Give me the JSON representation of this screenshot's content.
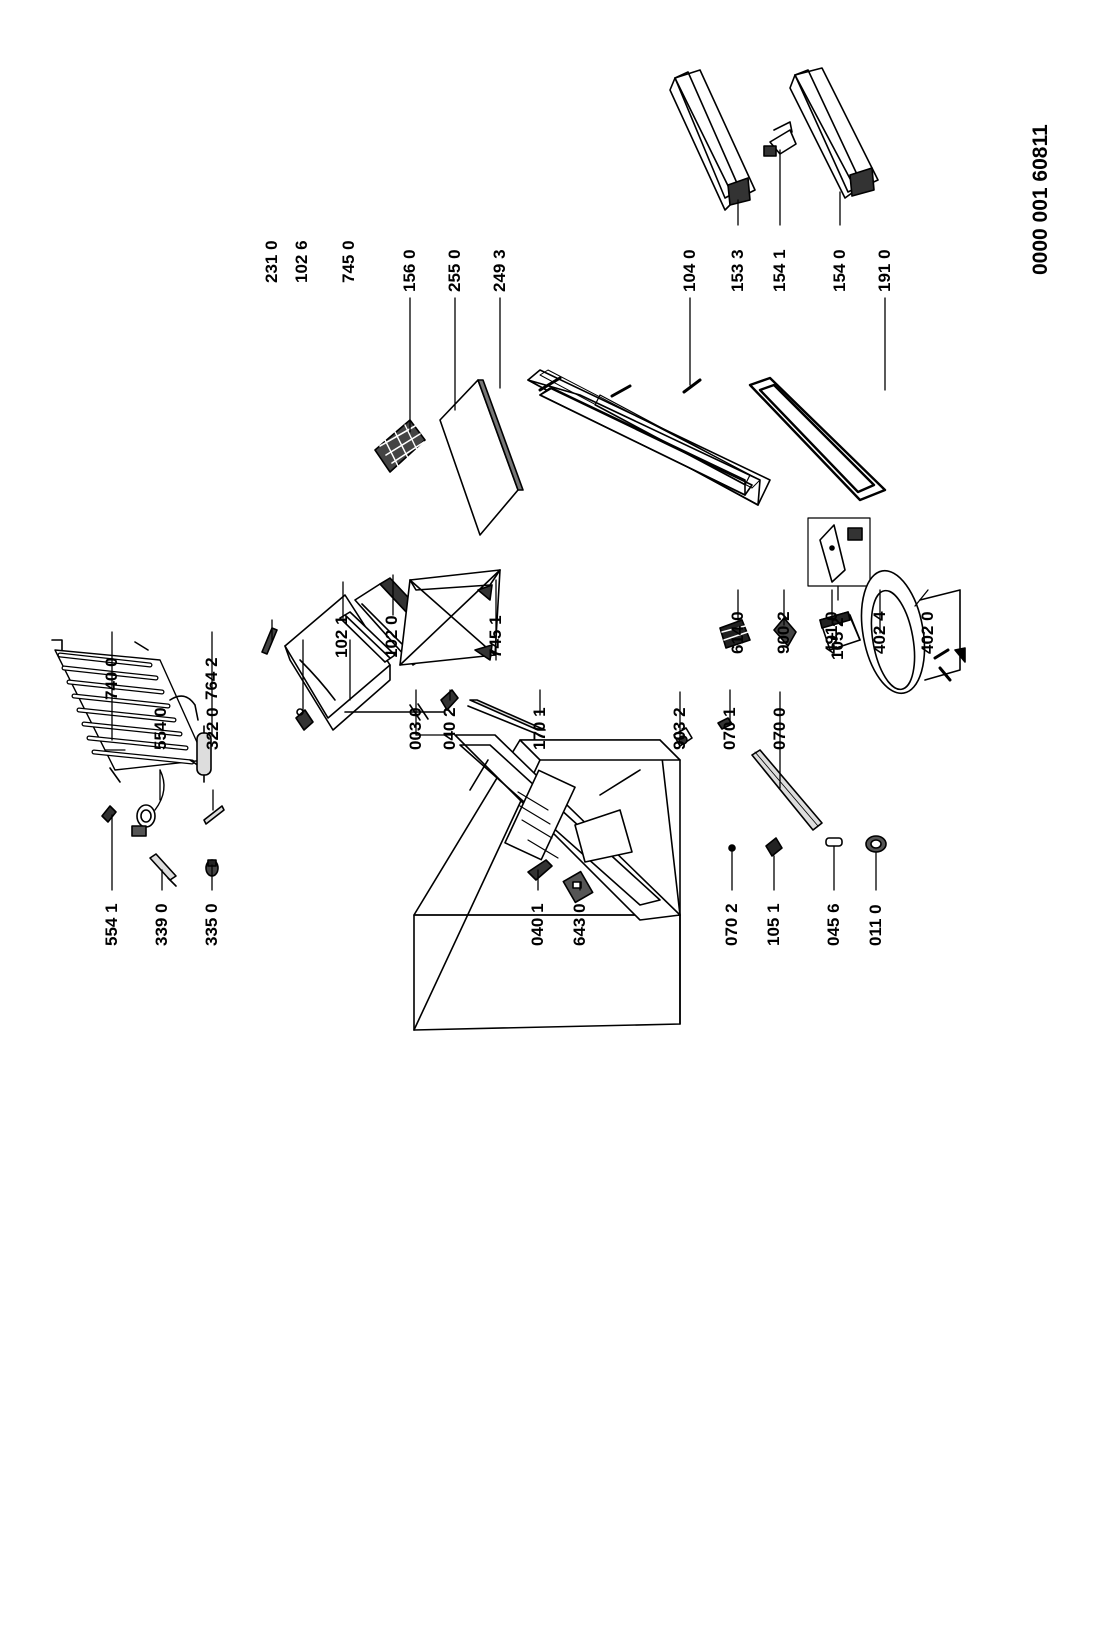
{
  "document_number": "0000 001 60811",
  "parts": [
    {
      "id": "p7400",
      "code": "740 0"
    },
    {
      "id": "p7642",
      "code": "764 2"
    },
    {
      "id": "p1021",
      "code": "102 1"
    },
    {
      "id": "p1020",
      "code": "102 0"
    },
    {
      "id": "p7451",
      "code": "745 1"
    },
    {
      "id": "p2310",
      "code": "231 0"
    },
    {
      "id": "p1026",
      "code": "102 6"
    },
    {
      "id": "p7450",
      "code": "745 0"
    },
    {
      "id": "p5541",
      "code": "554 1"
    },
    {
      "id": "p3390",
      "code": "339 0"
    },
    {
      "id": "p3350",
      "code": "335 0"
    },
    {
      "id": "p5540",
      "code": "554 0"
    },
    {
      "id": "p3220",
      "code": "322 0"
    },
    {
      "id": "p0030",
      "code": "003 0"
    },
    {
      "id": "p0402",
      "code": "040 2"
    },
    {
      "id": "p1701",
      "code": "170 1"
    },
    {
      "id": "p9032",
      "code": "903 2"
    },
    {
      "id": "p0701",
      "code": "070 1"
    },
    {
      "id": "p0700",
      "code": "070 0"
    },
    {
      "id": "p1052",
      "code": "105 2"
    },
    {
      "id": "p0401",
      "code": "040 1"
    },
    {
      "id": "p6430",
      "code": "643 0"
    },
    {
      "id": "p0702",
      "code": "070 2"
    },
    {
      "id": "p1051",
      "code": "105 1"
    },
    {
      "id": "p0456",
      "code": "045 6"
    },
    {
      "id": "p0110",
      "code": "011 0"
    },
    {
      "id": "p6140",
      "code": "614 0"
    },
    {
      "id": "p9002",
      "code": "900 2"
    },
    {
      "id": "p4910",
      "code": "491 0"
    },
    {
      "id": "p4024",
      "code": "402 4"
    },
    {
      "id": "p4020",
      "code": "402 0"
    },
    {
      "id": "p1560",
      "code": "156 0"
    },
    {
      "id": "p2550",
      "code": "255 0"
    },
    {
      "id": "p2493",
      "code": "249 3"
    },
    {
      "id": "p1040",
      "code": "104 0"
    },
    {
      "id": "p1533",
      "code": "153 3"
    },
    {
      "id": "p1541",
      "code": "154 1"
    },
    {
      "id": "p1540",
      "code": "154 0"
    },
    {
      "id": "p1910",
      "code": "191 0"
    }
  ]
}
